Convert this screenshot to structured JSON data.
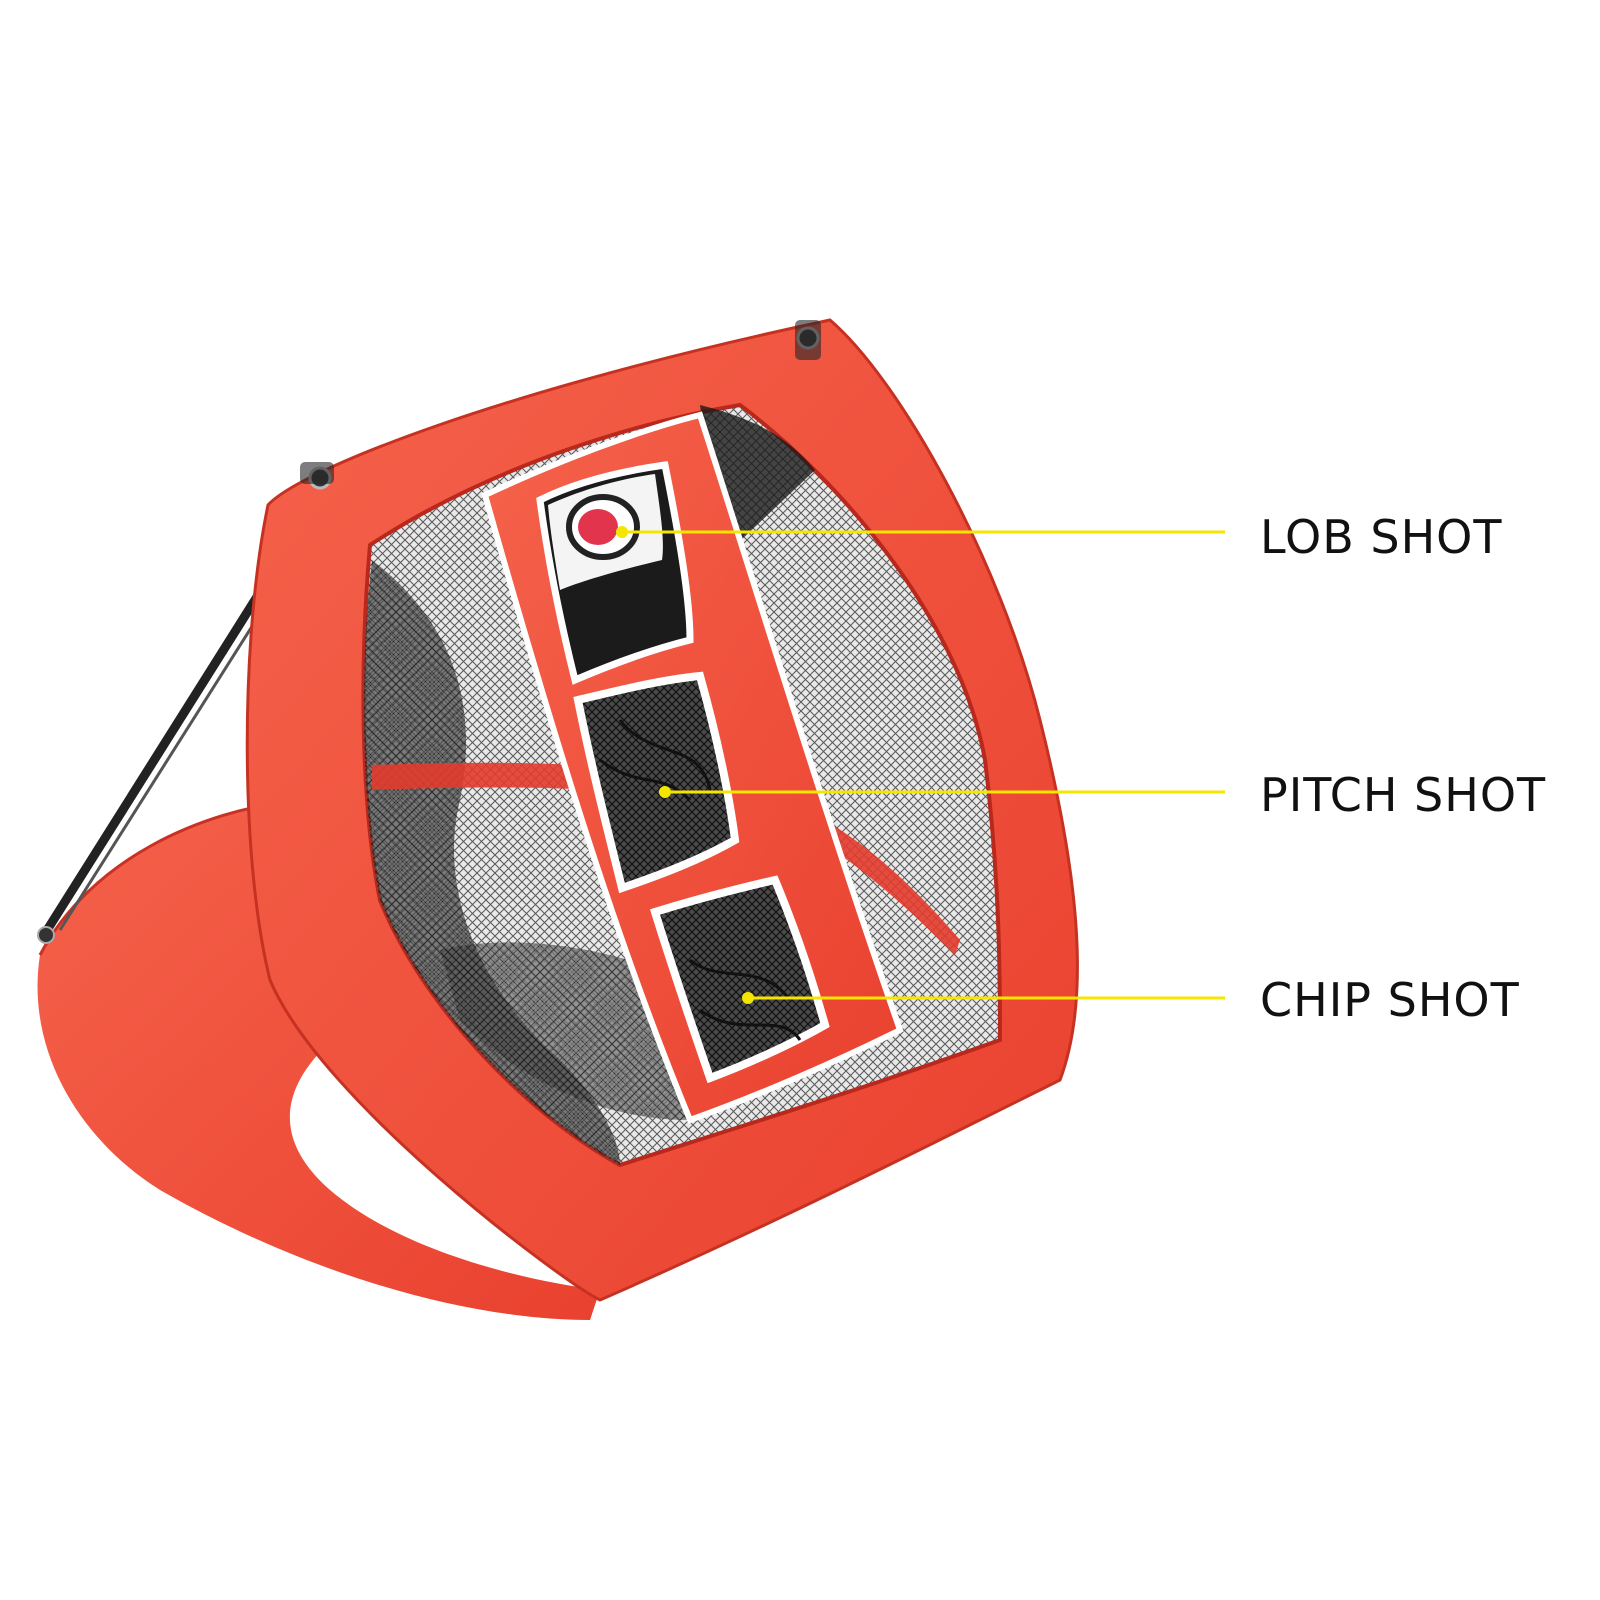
{
  "image": {
    "subject": "golf-chipping-net",
    "colors": {
      "background": "#ffffff",
      "net_frame": "#f2533f",
      "net_frame_dark": "#d93a2b",
      "mesh": "#3a3a3a",
      "pocket_border": "#ffffff",
      "callout_line": "#f5e600",
      "label_text": "#111111"
    }
  },
  "callouts": {
    "lob": "LOB SHOT",
    "pitch": "PITCH SHOT",
    "chip": "CHIP SHOT"
  }
}
